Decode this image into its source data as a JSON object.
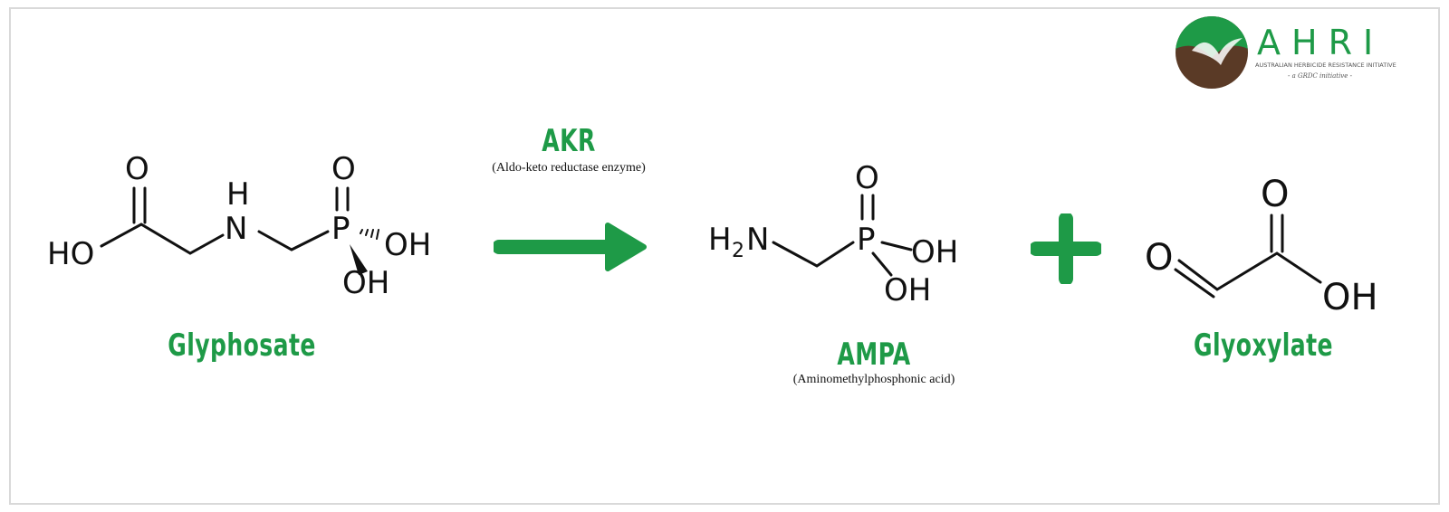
{
  "reaction": {
    "reactant": {
      "name": "Glyphosate",
      "atoms": {
        "o1": "O",
        "h_n": "H",
        "n": "N",
        "o_p": "O",
        "p": "P",
        "ho": "HO",
        "oh1": "OH",
        "oh2": "OH"
      }
    },
    "enzyme": {
      "name": "AKR",
      "full_name": "(Aldo-keto reductase enzyme)"
    },
    "product1": {
      "name": "AMPA",
      "full_name": "(Aminomethylphosphonic acid)",
      "atoms": {
        "h2n": "H",
        "sub2": "2",
        "n": "N",
        "o": "O",
        "p": "P",
        "oh1": "OH",
        "oh2": "OH"
      }
    },
    "product2": {
      "name": "Glyoxylate",
      "atoms": {
        "o_top": "O",
        "o_left": "O",
        "oh": "OH"
      }
    }
  },
  "logo": {
    "name": "AHRI",
    "subtitle": "AUSTRALIAN HERBICIDE RESISTANCE INITIATIVE",
    "tagline": "- a GRDC initiative -"
  },
  "colors": {
    "accent": "#1e9a47",
    "logo_brown": "#5a3a26"
  },
  "icons": {
    "arrow": "right-arrow-icon",
    "plus": "plus-icon"
  }
}
